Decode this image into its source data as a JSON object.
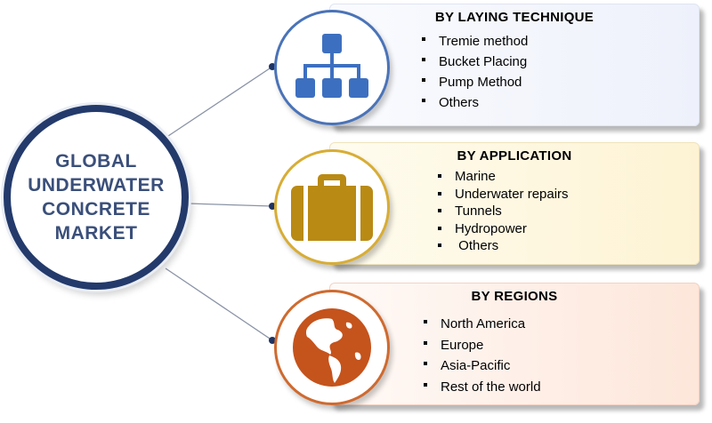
{
  "center": {
    "lines": [
      "GLOBAL",
      "UNDERWATER",
      "CONCRETE",
      "MARKET"
    ],
    "color": "#233a6b"
  },
  "segments": [
    {
      "title": "BY LAYING TECHNIQUE",
      "icon": "hierarchy-icon",
      "accent": "#4a73b8",
      "items": [
        "Tremie method",
        "Bucket Placing",
        "Pump Method",
        "Others"
      ]
    },
    {
      "title": "BY APPLICATION",
      "icon": "briefcase-icon",
      "accent": "#d8ad35",
      "items": [
        "Marine",
        "Underwater repairs",
        "Tunnels",
        "Hydropower",
        " Others"
      ]
    },
    {
      "title": "BY REGIONS",
      "icon": "globe-icon",
      "accent": "#cf6a2f",
      "items": [
        "North America",
        "Europe",
        "Asia-Pacific",
        "Rest of the world"
      ]
    }
  ]
}
